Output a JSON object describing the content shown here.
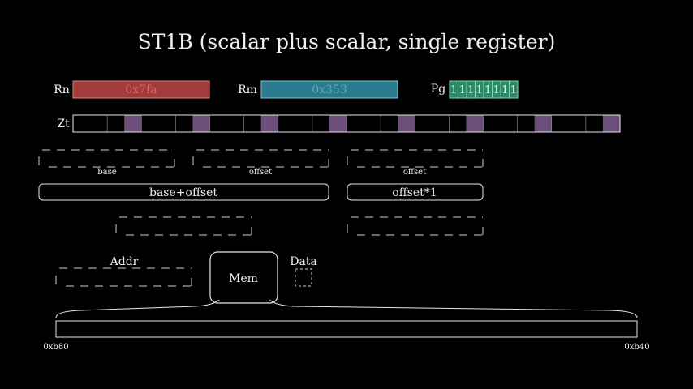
{
  "title": "ST1B (scalar plus scalar, single register)",
  "registers": {
    "rn": {
      "label": "Rn",
      "value": "0x7fa",
      "fill": "#a23b3b",
      "stroke": "#e08080",
      "text": "#d46a6a"
    },
    "rm": {
      "label": "Rm",
      "value": "0x353",
      "fill": "#2c7a8e",
      "stroke": "#7ec8da",
      "text": "#5fa8ba"
    },
    "pg": {
      "label": "Pg",
      "bits": [
        "1",
        "1",
        "1",
        "1",
        "1",
        "1",
        "1",
        "1"
      ],
      "fill": "#2a8a66",
      "stroke": "#7fd8b4"
    }
  },
  "zt": {
    "label": "Zt",
    "highlight": "#6b4e7a"
  },
  "operands": {
    "base_label": "base",
    "offset_label": "offset",
    "offset2_label": "offset",
    "sum_label": "base+offset",
    "scale_label": "offset*1"
  },
  "memory": {
    "addr_label": "Addr",
    "mem_label": "Mem",
    "data_label": "Data",
    "start_addr": "0xb80",
    "end_addr": "0xb40"
  },
  "colors": {
    "line": "#e8e8e8",
    "text": "#f0f0f0"
  }
}
